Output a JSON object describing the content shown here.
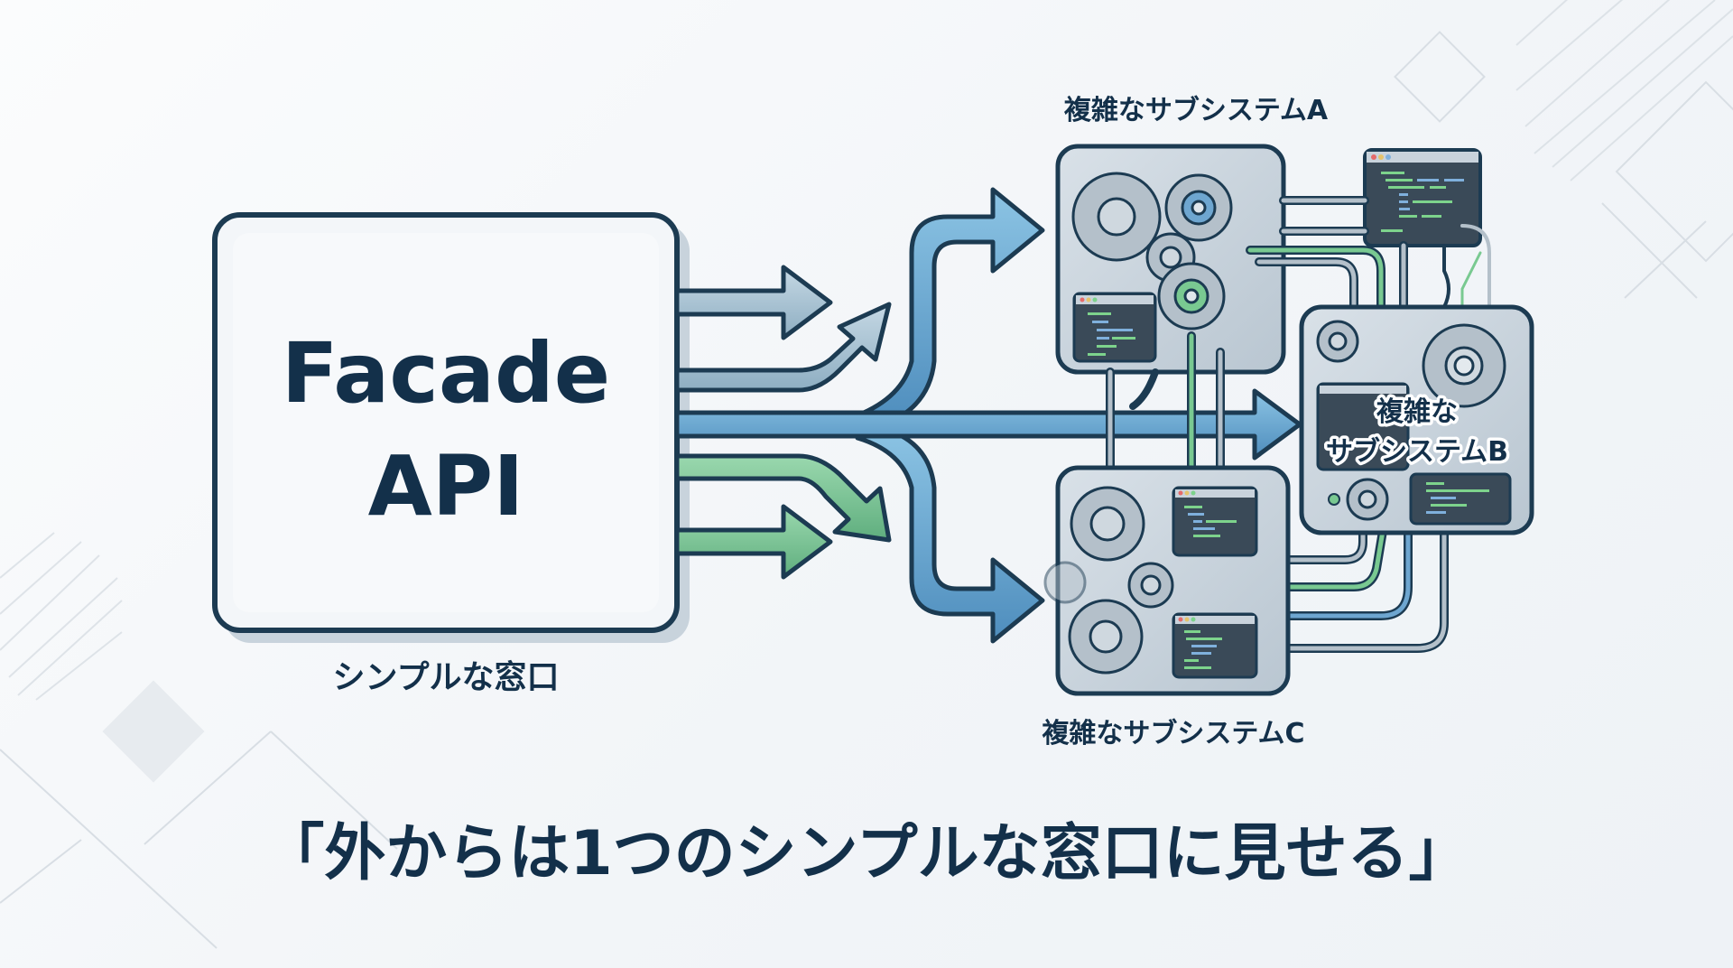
{
  "facade": {
    "title_line1": "Facade",
    "title_line2": "API",
    "caption": "シンプルな窓口"
  },
  "subsystems": [
    {
      "id": "A",
      "label": "複雑なサブシステムA"
    },
    {
      "id": "B",
      "label_line1": "複雑な",
      "label_line2": "サブシステムB"
    },
    {
      "id": "C",
      "label": "複雑なサブシステムC"
    }
  ],
  "tagline": "「外からは1つのシンプルな窓口に見せる」",
  "colors": {
    "ink": "#13304a",
    "outline": "#1c3b52",
    "arrow_blue": "#5b9cc6",
    "arrow_blue_light": "#8fbfdc",
    "arrow_gray": "#9fbacb",
    "arrow_green": "#6cbf8a",
    "box_fill": "#f4f7fa",
    "subsystem_fill": "#c9d3dc",
    "terminal_fill": "#3a4a58",
    "code_green": "#7dd38c",
    "code_blue": "#7fb0dc"
  }
}
